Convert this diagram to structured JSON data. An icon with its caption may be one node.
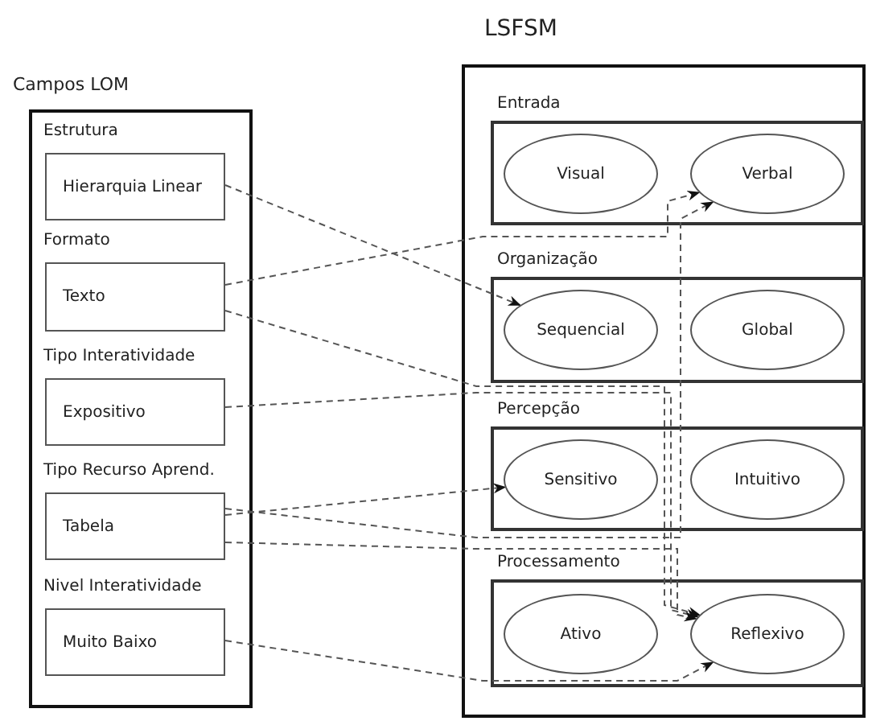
{
  "diagram": {
    "nodes": [
      {
        "text": [
          "Campos LOM"
        ]
      },
      {
        "text": [
          "Estrutura",
          "Hierarquia Linear"
        ],
        "in": 0
      },
      {
        "text": [
          "Formato",
          "Texto"
        ],
        "in": 0
      },
      {
        "text": [
          "Tipo Interatividade",
          "Expositivo"
        ],
        "in": 0
      },
      {
        "text": [
          "Tipo Recurso Aprend.",
          "Tabela"
        ],
        "in": 0
      },
      {
        "text": [
          "Nivel Interatividade",
          "Muito Baixo"
        ],
        "in": 0
      },
      {
        "text": [
          "LSFSM"
        ]
      },
      {
        "text": [
          "Entrada"
        ],
        "in": 6
      },
      {
        "text": [
          "Visual"
        ],
        "in": 7
      },
      {
        "text": [
          "Verbal"
        ],
        "in": 7
      },
      {
        "text": [
          "Organização"
        ],
        "in": 6
      },
      {
        "text": [
          "Sequencial"
        ],
        "in": 10
      },
      {
        "text": [
          "Global"
        ],
        "in": 10
      },
      {
        "text": [
          "Percepção"
        ],
        "in": 6
      },
      {
        "text": [
          "Sensitivo"
        ],
        "in": 13
      },
      {
        "text": [
          "Intuitivo"
        ],
        "in": 13
      },
      {
        "text": [
          "Processamento"
        ],
        "in": 6
      },
      {
        "text": [
          "Ativo"
        ],
        "in": 16
      },
      {
        "text": [
          "Reflexivo"
        ],
        "in": 16
      }
    ],
    "edges": [
      {
        "from": 1,
        "to": 11,
        "arrow": "to",
        "style": "dashed"
      },
      {
        "from": 2,
        "to": 9,
        "arrow": "to",
        "style": "dashed"
      },
      {
        "from": 2,
        "to": 18,
        "arrow": "to",
        "style": "dashed"
      },
      {
        "from": 3,
        "to": 18,
        "arrow": "to",
        "style": "dashed"
      },
      {
        "from": 4,
        "to": 9,
        "arrow": "to",
        "style": "dashed"
      },
      {
        "from": 4,
        "to": 14,
        "arrow": "to",
        "style": "dashed"
      },
      {
        "from": 4,
        "to": 18,
        "arrow": "to",
        "style": "dashed"
      },
      {
        "from": 5,
        "to": 18,
        "arrow": "to",
        "style": "dashed"
      }
    ]
  }
}
